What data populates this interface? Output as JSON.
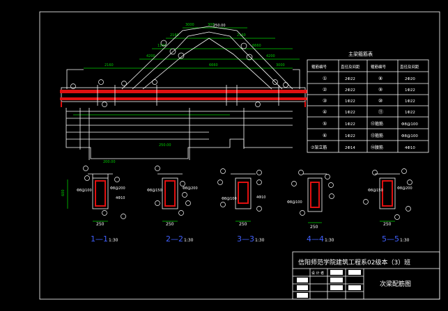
{
  "colors": {
    "background": "#000000",
    "lines": "#ffffff",
    "dimension": "#00d000",
    "rebar": "#e01010",
    "section_label": "#4060ff"
  },
  "table": {
    "title": "主梁箍筋表",
    "headers": [
      "箍筋编号",
      "直径及间距",
      "箍筋编号",
      "直径及间距"
    ],
    "rows": [
      {
        "n1": "①",
        "v1": "2Φ22",
        "n2": "⑧",
        "v2": "2Φ20"
      },
      {
        "n1": "②",
        "v1": "2Φ22",
        "n2": "⑨",
        "v2": "1Φ22"
      },
      {
        "n1": "③",
        "v1": "1Φ22",
        "n2": "⑩",
        "v2": "1Φ22"
      },
      {
        "n1": "④",
        "v1": "1Φ22",
        "n2": "⑪",
        "v2": "1Φ22"
      },
      {
        "n1": "⑤",
        "v1": "1Φ22",
        "n2": "⑫箍筋",
        "v2": "Φ8@100"
      },
      {
        "n1": "⑥",
        "v1": "1Φ22",
        "n2": "⑬箍筋",
        "v2": "Φ8@100"
      },
      {
        "n1": "⑦架立筋",
        "v1": "2Φ14",
        "n2": "⑭腰筋",
        "v2": "4Φ10"
      }
    ]
  },
  "elevation": {
    "dims": [
      "3000",
      "300",
      "2160",
      "2160",
      "1160",
      "6660",
      "4200",
      "4200",
      "2160",
      "6660",
      "3000"
    ],
    "heights": [
      "250.00",
      "250.00"
    ],
    "span": "200.00"
  },
  "sections": [
    {
      "label": "1—1",
      "scale": "1:30",
      "width": "250",
      "height": "600",
      "stirrup": "Φ8@100",
      "stirrup2": "Φ8@200",
      "bars": "4Φ10"
    },
    {
      "label": "2—2",
      "scale": "1:30",
      "width": "250",
      "stirrup": "Φ8@150",
      "stirrup2": "Φ8@200",
      "bars": ""
    },
    {
      "label": "3—3",
      "scale": "1:30",
      "width": "250",
      "stirrup": "Φ8@100",
      "stirrup2": "",
      "bars": "4Φ10"
    },
    {
      "label": "4—4",
      "scale": "1:30",
      "width": "250",
      "stirrup": "Φ8@100",
      "stirrup2": "",
      "bars": ""
    },
    {
      "label": "5—5",
      "scale": "1:30",
      "width": "250",
      "stirrup": "Φ8@150",
      "stirrup2": "Φ8@200",
      "bars": ""
    }
  ],
  "title_block": {
    "school": "信阳师范学院建筑工程系02级本（3）班",
    "drawing": "次梁配筋图",
    "cell": "设 计 者"
  }
}
